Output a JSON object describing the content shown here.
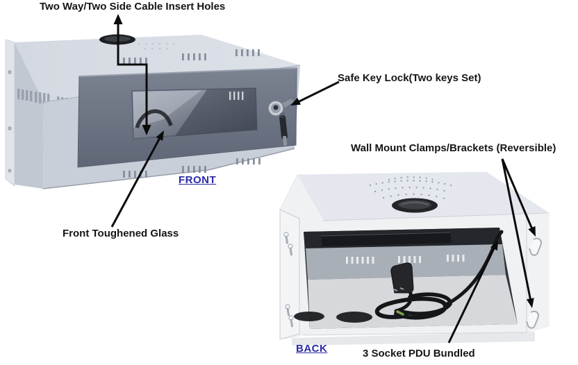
{
  "diagram_title": "Wall mount network cabinet annotated diagram",
  "annotations": {
    "cable_holes": "Two Way/Two Side Cable Insert Holes",
    "key_lock": "Safe Key Lock(Two keys Set)",
    "wall_mount": "Wall Mount Clamps/Brackets (Reversible)",
    "glass": "Front Toughened Glass",
    "pdu": "3 Socket PDU Bundled"
  },
  "views": {
    "front": {
      "caption": "FRONT"
    },
    "back": {
      "caption": "BACK"
    }
  },
  "colors": {
    "background": "#ffffff",
    "annotation_ink": "#0b0b0c",
    "caption_blue": "#2a2aa4",
    "cabinet_light_gray": "#c9cfd8",
    "door_gray": "#6e7686",
    "back_cabinet_white": "#eff1f3"
  }
}
